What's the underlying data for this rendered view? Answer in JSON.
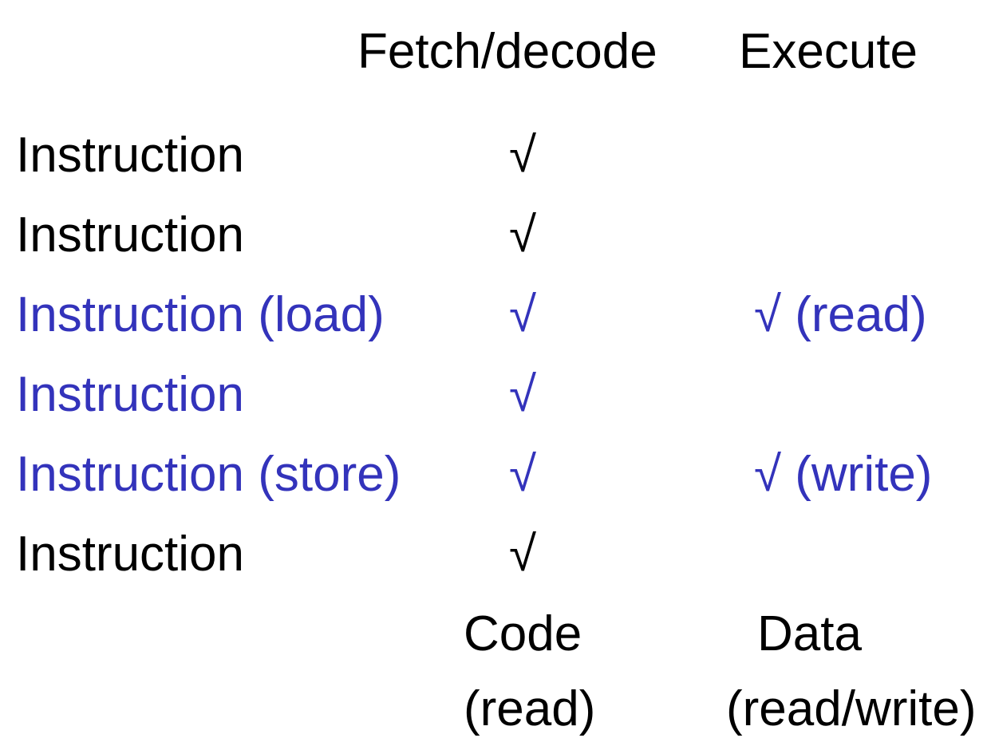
{
  "headers": {
    "fetch_decode": "Fetch/decode",
    "execute": "Execute"
  },
  "rows": [
    {
      "label": "Instruction",
      "fetch": "√",
      "execute": "",
      "highlighted": false
    },
    {
      "label": "Instruction",
      "fetch": "√",
      "execute": "",
      "highlighted": false
    },
    {
      "label": "Instruction (load)",
      "fetch": "√",
      "execute": "√ (read)",
      "highlighted": true
    },
    {
      "label": "Instruction",
      "fetch": "√",
      "execute": "",
      "highlighted": true
    },
    {
      "label": "Instruction (store)",
      "fetch": "√",
      "execute": "√ (write)",
      "highlighted": true
    },
    {
      "label": "Instruction",
      "fetch": "√",
      "execute": "",
      "highlighted": false
    }
  ],
  "footer": {
    "code": "Code",
    "code_access": "(read)",
    "data": "Data",
    "data_access": "(read/write)"
  },
  "colors": {
    "text": "#000000",
    "highlight": "#3333bb",
    "background": "#ffffff"
  }
}
